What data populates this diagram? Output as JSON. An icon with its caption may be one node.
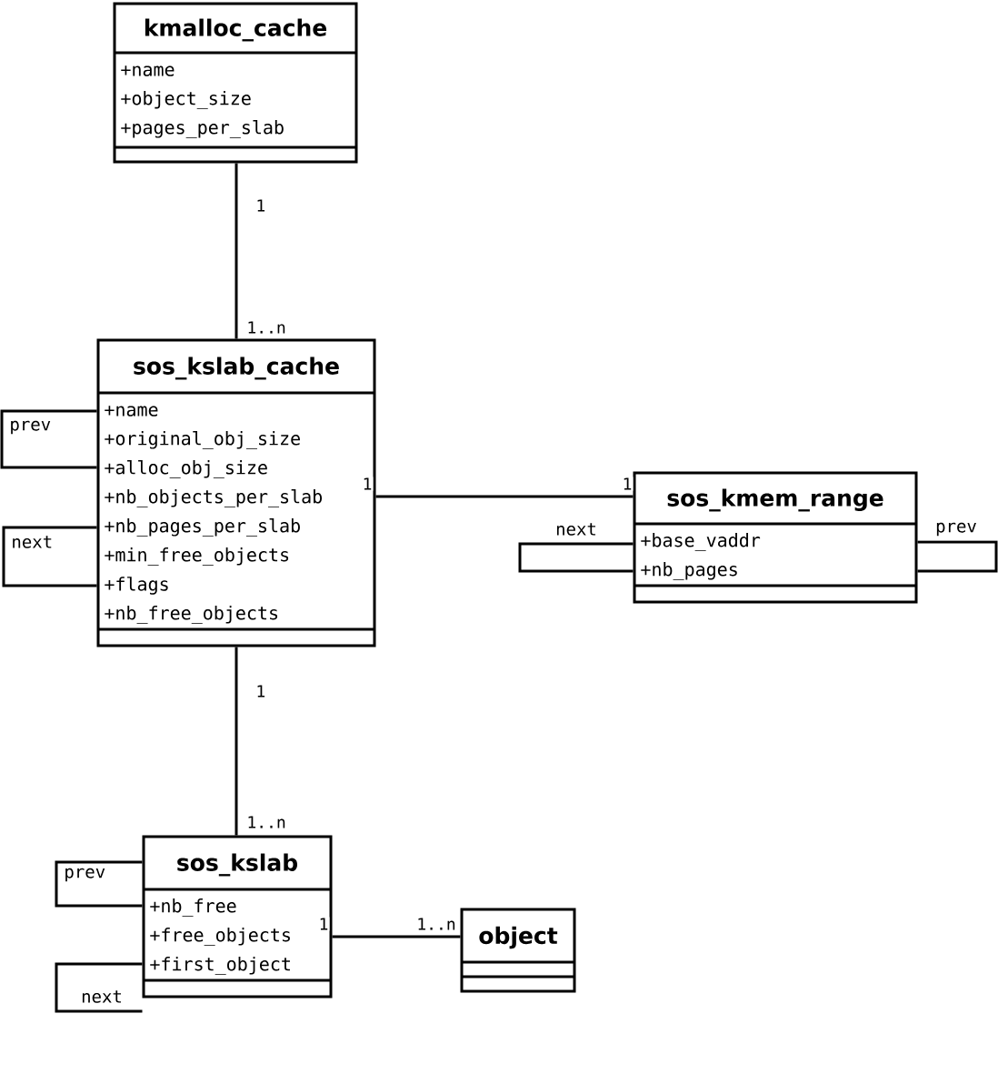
{
  "diagram": {
    "nodes": [
      {
        "text": [
          "kmalloc_cache",
          "+name",
          "+object_size",
          "+pages_per_slab"
        ]
      },
      {
        "text": [
          "sos_kslab_cache",
          "+name",
          "+original_obj_size",
          "+alloc_obj_size",
          "+nb_objects_per_slab",
          "+nb_pages_per_slab",
          "+min_free_objects",
          "+flags",
          "+nb_free_objects"
        ]
      },
      {
        "text": [
          "sos_kmem_range",
          "+base_vaddr",
          "+nb_pages"
        ]
      },
      {
        "text": [
          "sos_kslab",
          "+nb_free",
          "+free_objects",
          "+first_object"
        ]
      },
      {
        "text": [
          "object"
        ]
      }
    ],
    "edges": [
      {
        "from": 0,
        "to": 1,
        "arrow": "none"
      },
      {
        "from": 1,
        "to": 1,
        "arrow": "none",
        "label": "prev"
      },
      {
        "from": 1,
        "to": 1,
        "arrow": "none",
        "label": "next"
      },
      {
        "from": 1,
        "to": 2,
        "arrow": "none"
      },
      {
        "from": 2,
        "to": 2,
        "arrow": "none",
        "label": "next"
      },
      {
        "from": 2,
        "to": 2,
        "arrow": "none",
        "label": "prev"
      },
      {
        "from": 1,
        "to": 3,
        "arrow": "none"
      },
      {
        "from": 3,
        "to": 3,
        "arrow": "none",
        "label": "prev"
      },
      {
        "from": 3,
        "to": 3,
        "arrow": "none",
        "label": "next"
      },
      {
        "from": 3,
        "to": 4,
        "arrow": "none"
      }
    ],
    "labels": [
      "1",
      "1..n",
      "1",
      "1",
      "1",
      "1..n",
      "1",
      "1..n"
    ]
  }
}
